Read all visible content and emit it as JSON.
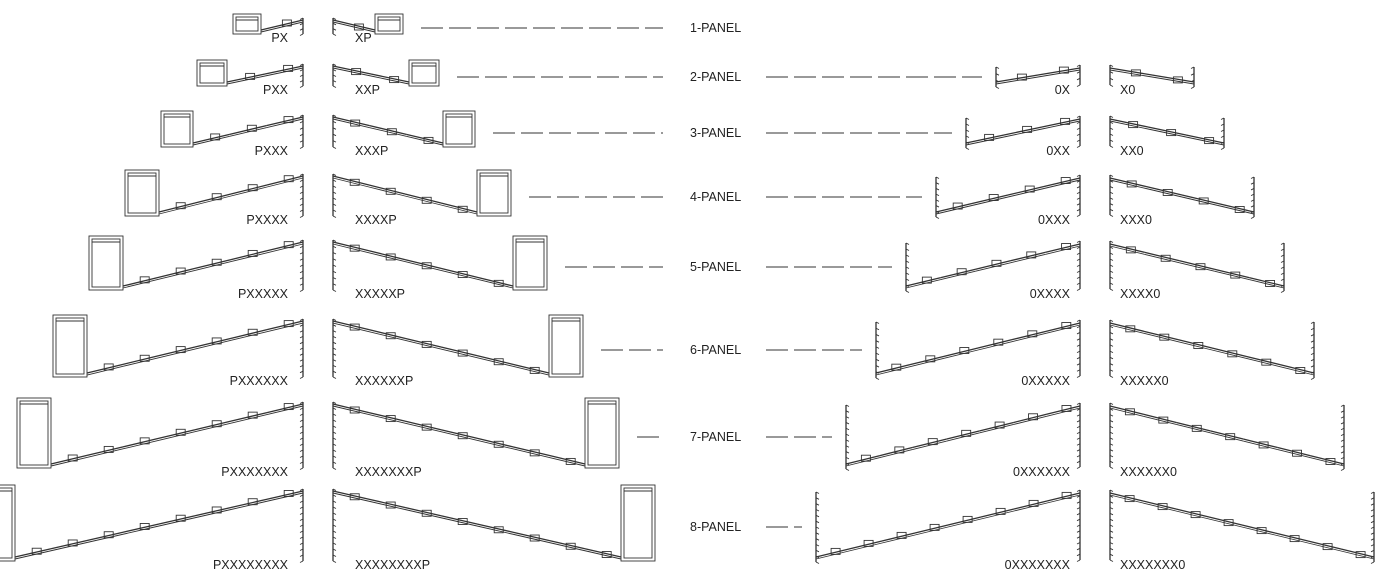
{
  "panel_labels": [
    "1-PANEL",
    "2-PANEL",
    "3-PANEL",
    "4-PANEL",
    "5-PANEL",
    "6-PANEL",
    "7-PANEL",
    "8-PANEL"
  ],
  "pocket_left_labels": [
    "PX",
    "PXX",
    "PXXX",
    "PXXXX",
    "PXXXXX",
    "PXXXXXX",
    "PXXXXXXX",
    "PXXXXXXXX"
  ],
  "pocket_right_labels": [
    "XP",
    "XXP",
    "XXXP",
    "XXXXP",
    "XXXXXP",
    "XXXXXXP",
    "XXXXXXXP",
    "XXXXXXXXP"
  ],
  "open_left_labels": [
    "",
    "0X",
    "0XX",
    "0XXX",
    "0XXXX",
    "0XXXXX",
    "0XXXXXX",
    "0XXXXXXX"
  ],
  "open_right_labels": [
    "",
    "X0",
    "XX0",
    "XXX0",
    "XXXX0",
    "XXXXX0",
    "XXXXXX0",
    "XXXXXXX0"
  ]
}
